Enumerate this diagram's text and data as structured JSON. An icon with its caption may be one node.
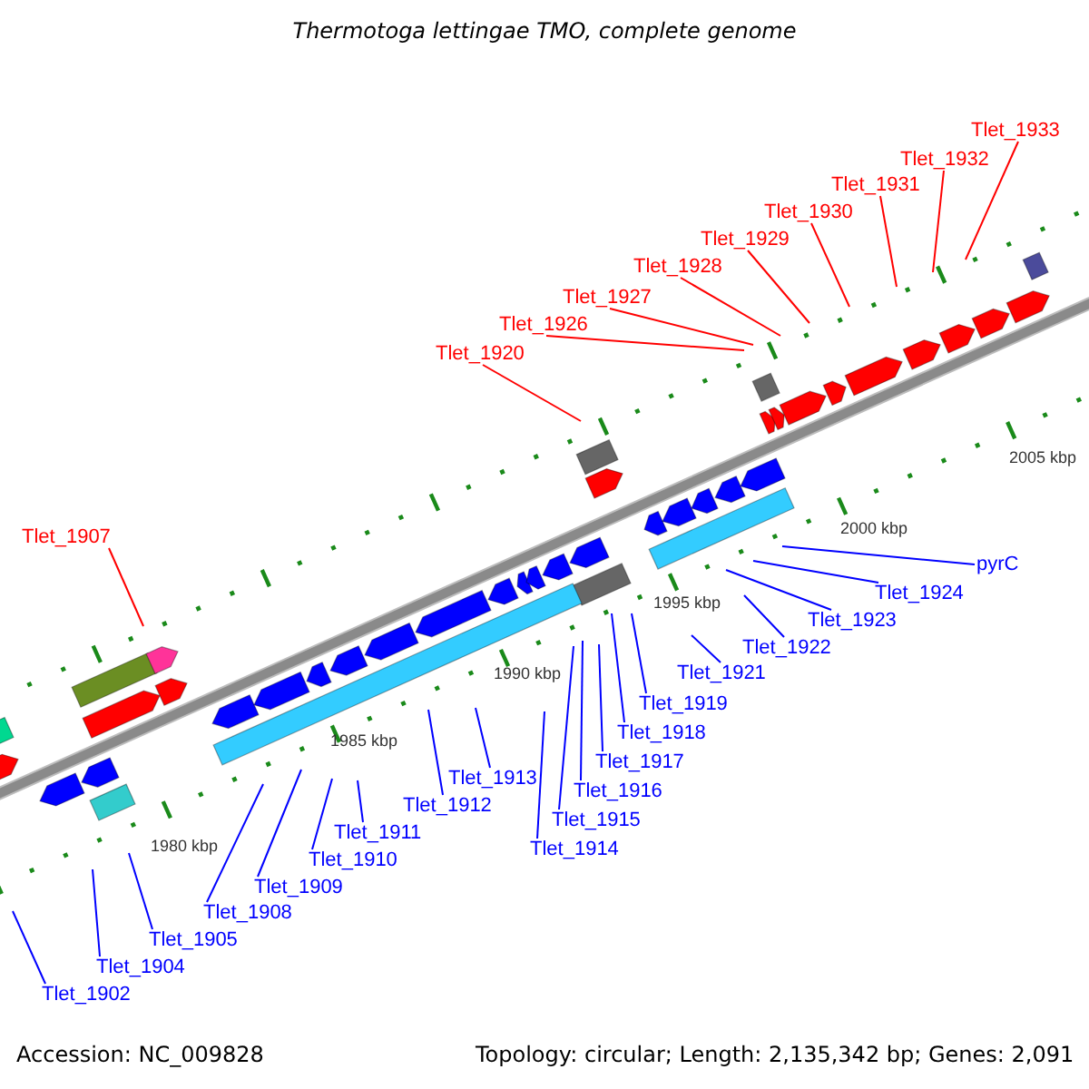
{
  "diagram": {
    "title": "Thermotoga lettingae TMO, complete genome",
    "nodes": [
      {
        "text": [
          "Tlet_1933"
        ]
      },
      {
        "text": [
          "Tlet_1932"
        ]
      },
      {
        "text": [
          "Tlet_1931"
        ]
      },
      {
        "text": [
          "Tlet_1930"
        ]
      },
      {
        "text": [
          "Tlet_1929"
        ]
      },
      {
        "text": [
          "Tlet_1928"
        ]
      },
      {
        "text": [
          "Tlet_1927"
        ]
      },
      {
        "text": [
          "Tlet_1926"
        ]
      },
      {
        "text": [
          "Tlet_1920"
        ]
      },
      {
        "text": [
          "Tlet_1907"
        ]
      },
      {
        "text": [
          "pyrC"
        ]
      },
      {
        "text": [
          "Tlet_1924"
        ]
      },
      {
        "text": [
          "Tlet_1923"
        ]
      },
      {
        "text": [
          "Tlet_1922"
        ]
      },
      {
        "text": [
          "Tlet_1921"
        ]
      },
      {
        "text": [
          "Tlet_1919"
        ]
      },
      {
        "text": [
          "Tlet_1918"
        ]
      },
      {
        "text": [
          "Tlet_1915"
        ]
      },
      {
        "text": [
          "Tlet_1914"
        ]
      },
      {
        "text": [
          "Tlet_1916"
        ]
      },
      {
        "text": [
          "Tlet_1917"
        ]
      },
      {
        "text": [
          "Tlet_1913"
        ]
      },
      {
        "text": [
          "Tlet_1912"
        ]
      },
      {
        "text": [
          "Tlet_1911"
        ]
      },
      {
        "text": [
          "Tlet_1910"
        ]
      },
      {
        "text": [
          "Tlet_1909"
        ]
      },
      {
        "text": [
          "Tlet_1908"
        ]
      },
      {
        "text": [
          "Tlet_1905"
        ]
      },
      {
        "text": [
          "Tlet_1904"
        ]
      },
      {
        "text": [
          "Tlet_1902"
        ]
      }
    ],
    "edges": [
      {
        "from": 0,
        "to": null,
        "arrow": "none",
        "color": "#ff0000"
      },
      {
        "from": 1,
        "to": null,
        "arrow": "none",
        "color": "#ff0000"
      },
      {
        "from": 2,
        "to": null,
        "arrow": "none",
        "color": "#ff0000"
      },
      {
        "from": 3,
        "to": null,
        "arrow": "none",
        "color": "#ff0000"
      },
      {
        "from": 4,
        "to": null,
        "arrow": "none",
        "color": "#ff0000"
      },
      {
        "from": 5,
        "to": null,
        "arrow": "none",
        "color": "#ff0000"
      },
      {
        "from": 6,
        "to": null,
        "arrow": "none",
        "color": "#ff0000"
      },
      {
        "from": 7,
        "to": null,
        "arrow": "none",
        "color": "#ff0000"
      },
      {
        "from": 8,
        "to": null,
        "arrow": "none",
        "color": "#ff0000"
      },
      {
        "from": 9,
        "to": null,
        "arrow": "none",
        "color": "#ff0000"
      },
      {
        "from": 10,
        "to": null,
        "arrow": "none"
      },
      {
        "from": 11,
        "to": null,
        "arrow": "none"
      },
      {
        "from": 12,
        "to": null,
        "arrow": "none"
      },
      {
        "from": 13,
        "to": null,
        "arrow": "none"
      },
      {
        "from": 14,
        "to": null,
        "arrow": "none"
      },
      {
        "from": 15,
        "to": null,
        "arrow": "none"
      },
      {
        "from": 16,
        "to": null,
        "arrow": "none"
      },
      {
        "from": 17,
        "to": null,
        "arrow": "none"
      },
      {
        "from": 18,
        "to": null,
        "arrow": "none"
      },
      {
        "from": 19,
        "to": null,
        "arrow": "none"
      },
      {
        "from": 20,
        "to": null,
        "arrow": "none"
      },
      {
        "from": 21,
        "to": null,
        "arrow": "none"
      },
      {
        "from": 22,
        "to": null,
        "arrow": "none"
      },
      {
        "from": 23,
        "to": null,
        "arrow": "none"
      },
      {
        "from": 24,
        "to": null,
        "arrow": "none"
      },
      {
        "from": 25,
        "to": null,
        "arrow": "none"
      },
      {
        "from": 26,
        "to": null,
        "arrow": "none"
      },
      {
        "from": 27,
        "to": null,
        "arrow": "none"
      },
      {
        "from": 28,
        "to": null,
        "arrow": "none"
      },
      {
        "from": 29,
        "to": null,
        "arrow": "none"
      }
    ],
    "labels": [
      "1980 kbp",
      "1985 kbp",
      "1990 kbp",
      "1995 kbp",
      "2000 kbp",
      "2005 kbp",
      "Accession: NC_009828",
      "Topology: circular; Length: 2,135,342 bp; Genes: 2,091"
    ]
  }
}
